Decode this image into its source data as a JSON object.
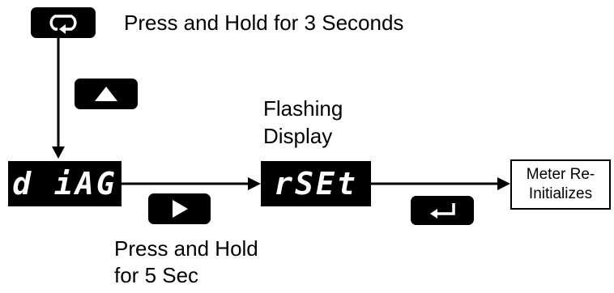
{
  "texts": {
    "hold_3s": "Press and Hold for 3 Seconds",
    "flashing_line1": "Flashing",
    "flashing_line2": "Display",
    "hold_5s_line1": "Press and Hold",
    "hold_5s_line2": "for 5 Sec"
  },
  "displays": {
    "diag": "d iAG",
    "rset": "rSEt"
  },
  "result_box": {
    "line1": "Meter Re-",
    "line2": "Initializes"
  },
  "icons": {
    "reset_key": "reset-loop-icon",
    "up_key": "up-arrow-icon",
    "right_key": "right-arrow-icon",
    "enter_key": "enter-arrow-icon"
  }
}
